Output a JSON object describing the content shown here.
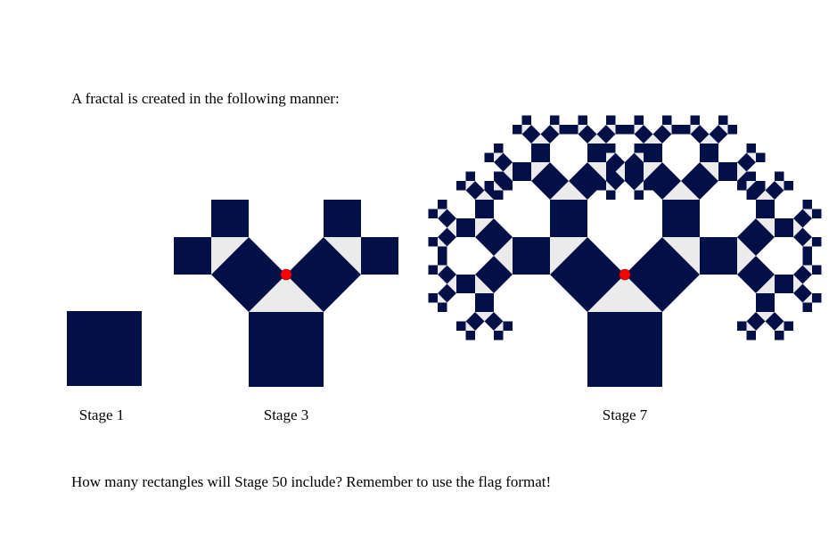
{
  "intro_text": "A fractal is created in the following manner:",
  "question_text": "How many rectangles will Stage 50 include? Remember to use the flag format!",
  "stages": [
    {
      "label": "Stage 1",
      "depth": 1,
      "marker": false
    },
    {
      "label": "Stage 3",
      "depth": 3,
      "marker": true
    },
    {
      "label": "Stage 7",
      "depth": 7,
      "marker": true
    }
  ],
  "colors": {
    "square": "#030f47",
    "triangle": "#ebebeb",
    "marker": "#ff0000"
  }
}
